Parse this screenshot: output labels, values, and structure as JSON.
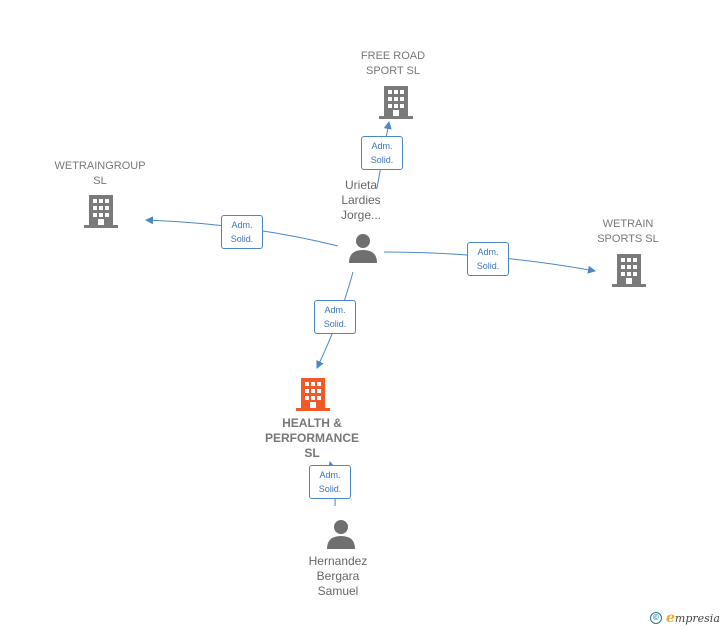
{
  "nodes": {
    "free_road_sport": {
      "label": "FREE ROAD\nSPORT  SL",
      "kind": "company"
    },
    "wetraingroup": {
      "label": "WETRAINGROUP\nSL",
      "kind": "company"
    },
    "wetrain_sports": {
      "label": "WETRAIN\nSPORTS  SL",
      "kind": "company"
    },
    "health_performance": {
      "label": "HEALTH &\nPERFORMANCE\nSL",
      "kind": "company-focus"
    },
    "urieta": {
      "label": "Urieta\nLardies\nJorge...",
      "kind": "person"
    },
    "hernandez": {
      "label": "Hernandez\nBergara\nSamuel",
      "kind": "person"
    }
  },
  "edges": [
    {
      "from": "urieta",
      "to": "free_road_sport",
      "badge_line1": "Adm.",
      "badge_line2": "Solid."
    },
    {
      "from": "urieta",
      "to": "wetraingroup",
      "badge_line1": "Adm.",
      "badge_line2": "Solid."
    },
    {
      "from": "urieta",
      "to": "wetrain_sports",
      "badge_line1": "Adm.",
      "badge_line2": "Solid."
    },
    {
      "from": "urieta",
      "to": "health_performance",
      "badge_line1": "Adm.",
      "badge_line2": "Solid."
    },
    {
      "from": "hernandez",
      "to": "health_performance",
      "badge_line1": "Adm.",
      "badge_line2": "Solid."
    }
  ],
  "colors": {
    "company_icon": "#7a7a7a",
    "focus_icon": "#f05a28",
    "person_icon": "#6f6f6f",
    "edge": "#4a86c8"
  },
  "credit": {
    "symbol": "©",
    "brand_initial": "e",
    "brand_rest": "mpresia"
  }
}
